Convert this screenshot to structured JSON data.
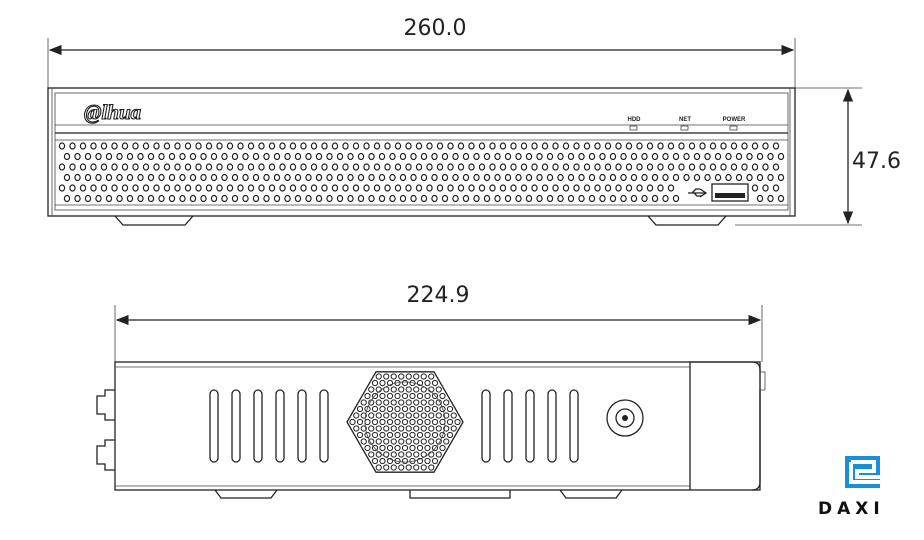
{
  "front_view": {
    "width_dimension": "260.0",
    "height_dimension": "47.6",
    "brand_logo": "alhua",
    "indicators": [
      "HDD",
      "NET",
      "POWER"
    ],
    "usb_icon": "usb-icon"
  },
  "side_view": {
    "depth_dimension": "224.9"
  },
  "watermark": {
    "text": "DAXI",
    "color": "#1a8fd8"
  }
}
